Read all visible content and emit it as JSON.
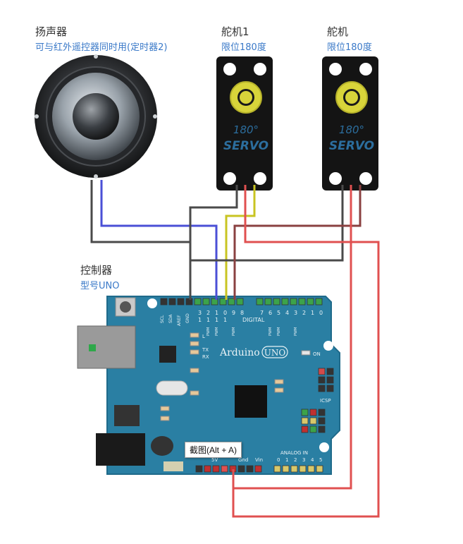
{
  "speaker": {
    "title": "扬声器",
    "note": "可与红外遥控器同时用(定时器2)"
  },
  "servo1": {
    "title": "舵机1",
    "note": "限位180度",
    "angle": "180°",
    "brand": "SERVO"
  },
  "servo2": {
    "title": "舵机",
    "note": "限位180度",
    "angle": "180°",
    "brand": "SERVO"
  },
  "controller": {
    "title": "控制器",
    "note": "型号UNO"
  },
  "board": {
    "brand": "Arduino",
    "model": "UNO",
    "on_label": "ON",
    "digital_label": "DIGITAL",
    "icsp_label": "ICSP",
    "tx_label": "TX",
    "rx_label": "RX",
    "analog_label": "ANALOG IN",
    "power_pins": [
      "5V",
      "Gnd",
      "Vin"
    ],
    "analog_pins": [
      "0",
      "1",
      "2",
      "3",
      "4",
      "5"
    ],
    "top_pins_left": [
      "SCL",
      "SDA",
      "AREF",
      "GND"
    ],
    "digital_pins_a": [
      "1",
      "1",
      "1",
      "1",
      "9",
      "8"
    ],
    "digital_pins_a2": [
      "3",
      "2",
      "1",
      "0",
      "",
      ""
    ],
    "digital_pins_b": [
      "7",
      "6",
      "5",
      "4",
      "3",
      "2",
      "1",
      "0"
    ],
    "pwm_label": "PWM",
    "l_label": "L"
  },
  "tooltip": {
    "text": "截图(Alt + A)"
  },
  "colors": {
    "wire_blue": "#4a4fd6",
    "wire_black": "#4a4a4a",
    "wire_yellow": "#c8c422",
    "wire_red": "#e05050",
    "wire_brown": "#8a4040",
    "board": "#2a7fa3"
  }
}
